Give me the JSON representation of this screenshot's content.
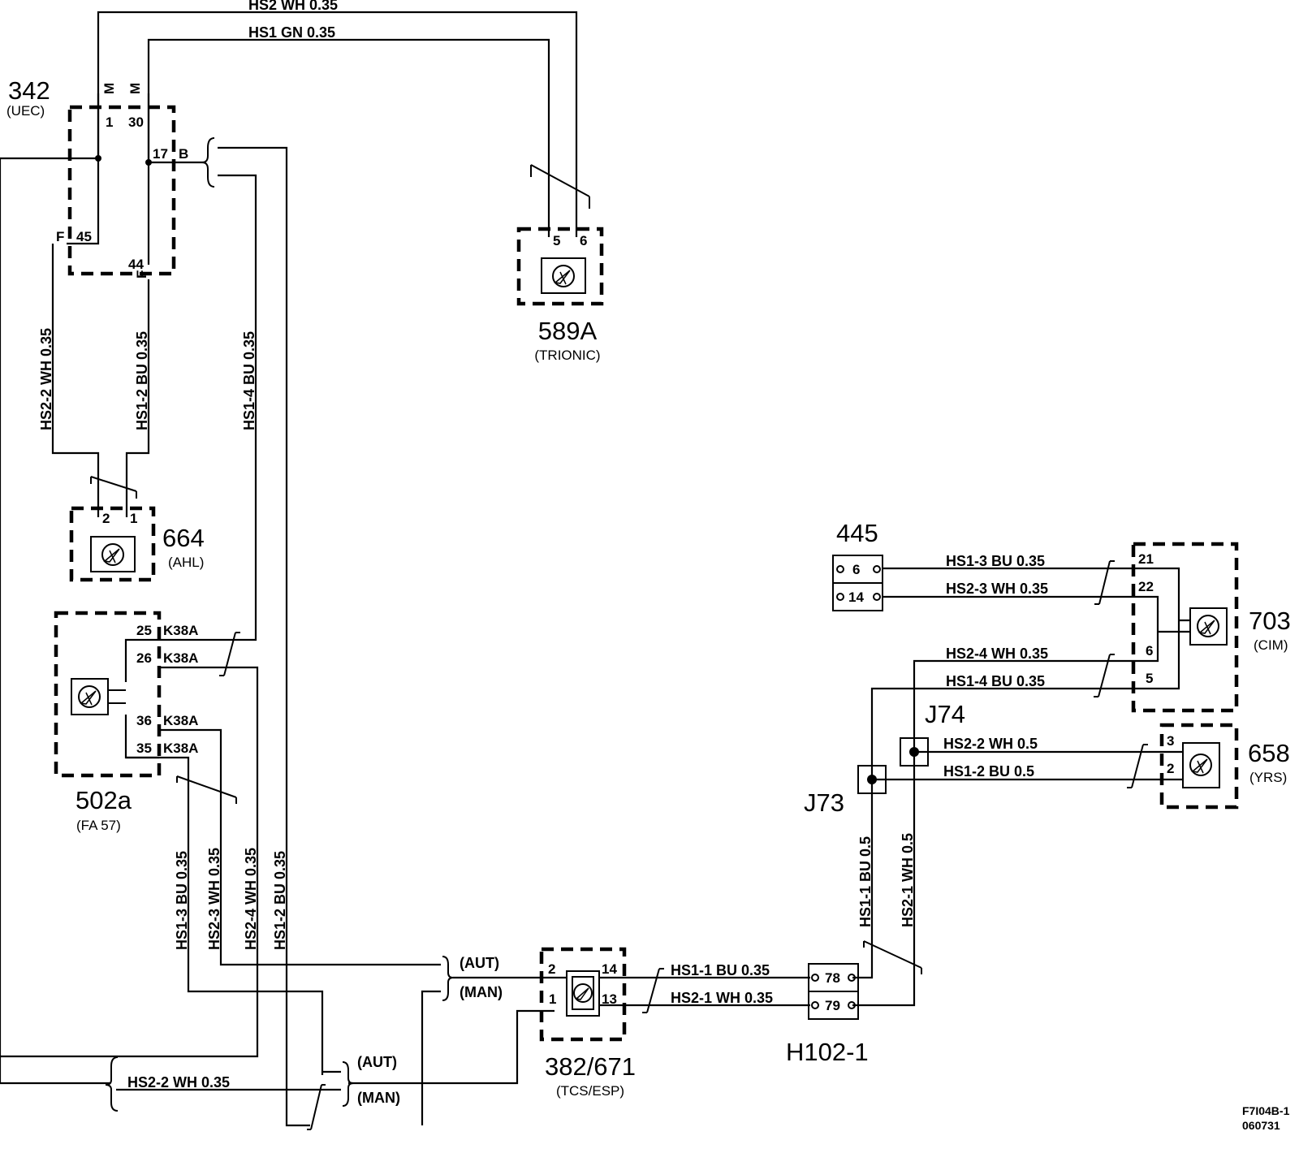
{
  "components": [
    {
      "id": "342",
      "sub": "(UEC)"
    },
    {
      "id": "589A",
      "sub": "(TRIONIC)"
    },
    {
      "id": "664",
      "sub": "(AHL)"
    },
    {
      "id": "502a",
      "sub": "(FA 57)"
    },
    {
      "id": "382/671",
      "sub": "(TCS/ESP)"
    },
    {
      "id": "445",
      "sub": ""
    },
    {
      "id": "703",
      "sub": "(CIM)"
    },
    {
      "id": "658",
      "sub": "(YRS)"
    },
    {
      "id": "H102-1",
      "sub": ""
    }
  ],
  "junctions": [
    "J73",
    "J74"
  ],
  "wires": {
    "top_hs2": "HS2  WH  0.35",
    "top_hs1": "HS1  GN  0.35",
    "hs2_2_left": "HS2-2  WH 0.35",
    "hs1_2_left": "HS1-2  BU  0.35",
    "hs1_4_left": "HS1-4  BU  0.35",
    "hs1_3_mid": "HS1-3  BU  0.35",
    "hs2_3_mid": "HS2-3  WH  0.35",
    "hs2_4_mid": "HS2-4  WH  0.35",
    "hs1_2_mid": "HS1-2  BU  0.35",
    "hs2_2_bottom": "HS2-2   WH  0.35",
    "hs1_1_tcs": "HS1-1  BU  0.35",
    "hs2_1_tcs": "HS2-1  WH  0.35",
    "hs1_1_j73": "HS1-1  BU  0.5",
    "hs2_1_j74": "HS2-1  WH  0.5",
    "hs1_3_cim": "HS1-3   BU   0.35",
    "hs2_3_cim": "HS2-3   WH   0.35",
    "hs2_4_cim": "HS2-4   WH   0.35",
    "hs1_4_cim": "HS1-4   BU   0.35",
    "hs2_2_yrs": "HS2-2  WH 0.5",
    "hs1_2_yrs": "HS1-2  BU  0.5"
  },
  "pins": {
    "uec": [
      "M",
      "M",
      "1",
      "30",
      "17",
      "B",
      "F",
      "45",
      "44",
      "F"
    ],
    "trionic": [
      "5",
      "6"
    ],
    "ahl": [
      "2",
      "1"
    ],
    "fa57": [
      "25",
      "26",
      "36",
      "35"
    ],
    "fa57_conn": "K38A",
    "tcs": [
      "2",
      "14",
      "1",
      "13"
    ],
    "h102": [
      "78",
      "79"
    ],
    "p445": [
      "6",
      "14"
    ],
    "cim": [
      "21",
      "22",
      "6",
      "5"
    ],
    "yrs": [
      "3",
      "2"
    ]
  },
  "variants": {
    "aut": "(AUT)",
    "man": "(MAN)"
  },
  "figure_code": [
    "F7I04B-1",
    "060731"
  ]
}
